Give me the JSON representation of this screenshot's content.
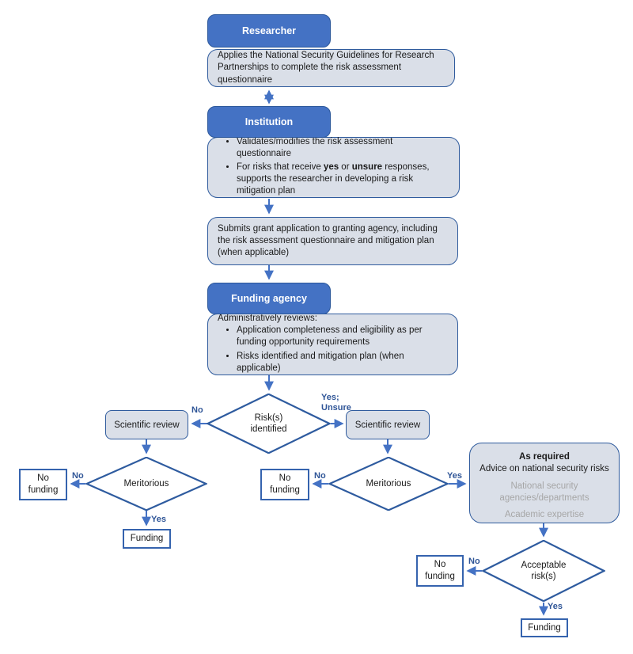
{
  "colors": {
    "header_fill": "#4472C4",
    "header_border": "#2B579A",
    "light_box_fill": "#DADFE8",
    "light_box_border": "#2F5B9D",
    "diamond_border": "#2E5B9F",
    "arrow_blue": "#4472C4",
    "branch_label_blue": "#2F5597",
    "muted_gray_text": "#A6A6A6"
  },
  "nodes": {
    "researcher": {
      "title": "Researcher",
      "body": "Applies the National Security Guidelines for Research Partnerships to complete the risk assessment questionnaire"
    },
    "institution": {
      "title": "Institution",
      "bullet1": "Validates/modifies the risk assessment questionnaire",
      "bullet2": {
        "pre": "For risks that receive ",
        "bold1": "yes",
        "mid": " or ",
        "bold2": "unsure",
        "post": " responses, supports the researcher in developing a risk mitigation plan"
      }
    },
    "submits": {
      "body": "Submits grant application to granting agency, including the risk assessment questionnaire and mitigation plan (when applicable)"
    },
    "funding_agency": {
      "title": "Funding agency",
      "intro": "Administratively reviews:",
      "bullet1": "Application completeness and eligibility as per funding opportunity requirements",
      "bullet2": "Risks identified and mitigation plan (when applicable)"
    },
    "risk_identified": {
      "label": "Risk(s)\nidentified"
    },
    "sci_review_left": {
      "label": "Scientific review"
    },
    "sci_review_right": {
      "label": "Scientific review"
    },
    "meritorious_left": {
      "label": "Meritorious"
    },
    "meritorious_right": {
      "label": "Meritorious"
    },
    "as_required": {
      "title": "As required",
      "subtitle": "Advice on national security risks",
      "item1": "National security agencies/departments",
      "item2": "Academic expertise"
    },
    "acceptable_risk": {
      "label": "Acceptable\nrisk(s)"
    },
    "no_funding_left": {
      "label": "No\nfunding"
    },
    "funding_left": {
      "label": "Funding"
    },
    "no_funding_mid": {
      "label": "No\nfunding"
    },
    "no_funding_bottom": {
      "label": "No\nfunding"
    },
    "funding_bottom": {
      "label": "Funding"
    }
  },
  "edge_labels": {
    "risk_no": "No",
    "risk_yes": "Yes;\nUnsure",
    "merit_left_no": "No",
    "merit_left_yes": "Yes",
    "merit_right_no": "No",
    "merit_right_yes": "Yes",
    "acceptable_no": "No",
    "acceptable_yes": "Yes"
  }
}
